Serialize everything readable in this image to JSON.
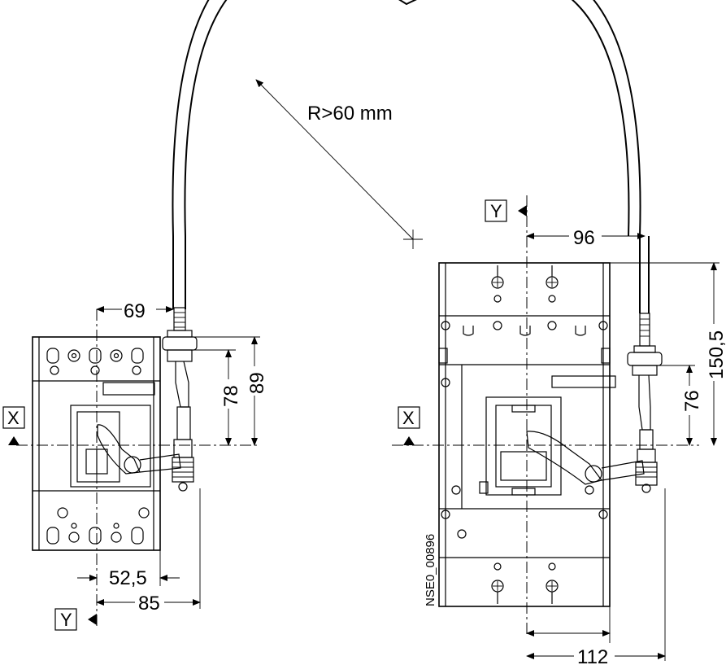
{
  "radius_label": "R>60 mm",
  "drawing_code": "NSE0_00896",
  "axis_labels": {
    "x_left": "X",
    "x_right": "X",
    "y_left": "Y",
    "y_right": "Y"
  },
  "left_unit": {
    "dim_cable_offset": "69",
    "dim_height_small": "78",
    "dim_height_large": "89",
    "dim_width_small": "52,5",
    "dim_width_large": "85"
  },
  "right_unit": {
    "dim_cable_offset": "96",
    "dim_height_small": "76",
    "dim_height_large": "150,5",
    "dim_width": "112"
  }
}
